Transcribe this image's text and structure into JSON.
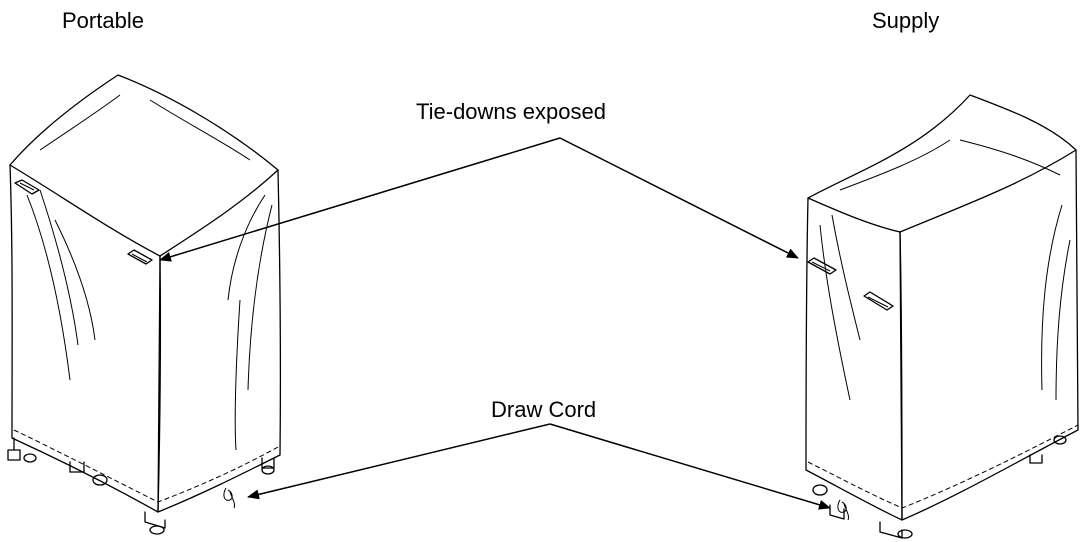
{
  "titles": {
    "left": "Portable",
    "right": "Supply"
  },
  "callouts": {
    "tie_downs": "Tie-downs exposed",
    "draw_cord": "Draw Cord"
  },
  "colors": {
    "ink": "#000000",
    "background": "#ffffff"
  }
}
